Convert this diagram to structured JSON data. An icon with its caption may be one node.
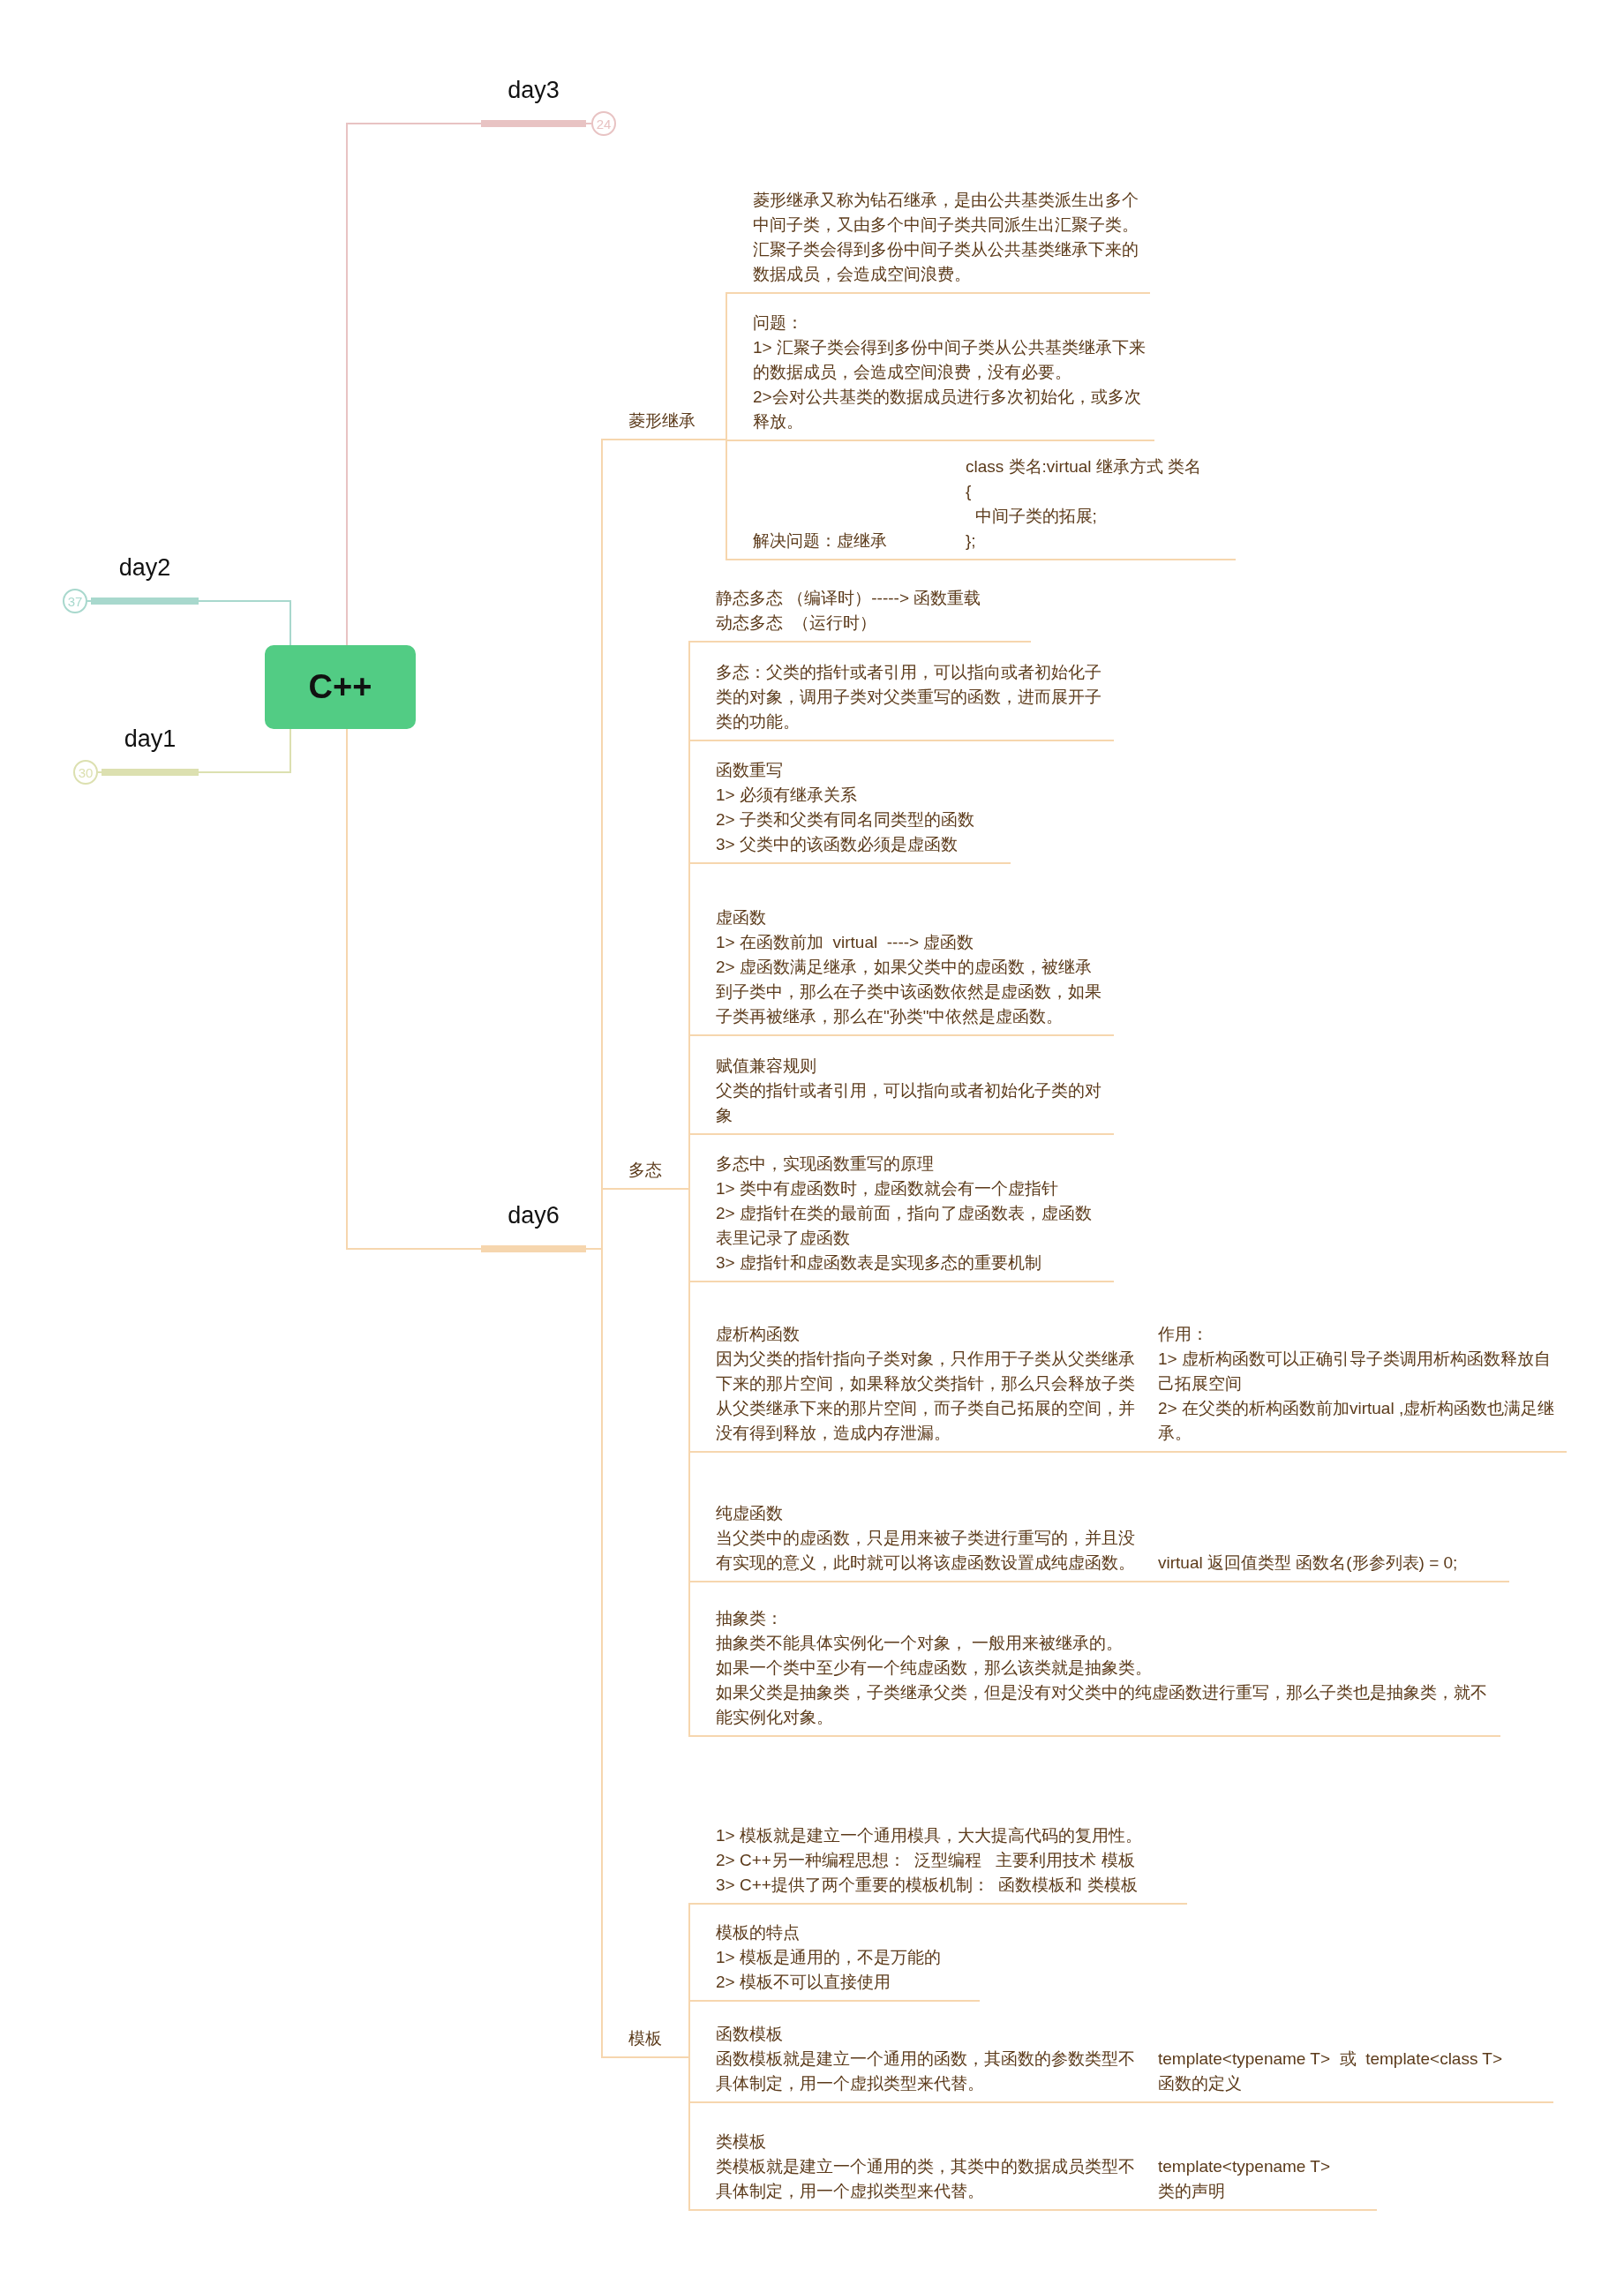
{
  "diagram": {
    "nodes": [
      {
        "text": [
          "C++"
        ]
      },
      {
        "text": [
          "day3"
        ]
      },
      {
        "text": [
          "day2"
        ]
      },
      {
        "text": [
          "day1"
        ]
      },
      {
        "text": [
          "day6"
        ]
      },
      {
        "text": [
          "菱形继承"
        ]
      },
      {
        "text": [
          "多态"
        ]
      },
      {
        "text": [
          "模板"
        ]
      },
      {
        "text": [
          "菱形继承又称为钻石继承，是由公共基类派生出多个中间子类，又由多个中间子类共同派生出汇聚子类。汇聚子类会得到多份中间子类从公共基类继承下来的数据成员，会造成空间浪费。"
        ]
      },
      {
        "text": [
          "问题：",
          "1> 汇聚子类会得到多份中间子类从公共基类继承下来的数据成员，会造成空间浪费，没有必要。",
          "2>会对公共基类的数据成员进行多次初始化，或多次释放。"
        ]
      },
      {
        "text": [
          "解决问题：虚继承"
        ]
      },
      {
        "text": [
          "class 类名:virtual 继承方式 类名",
          "{",
          "  中间子类的拓展;",
          "};"
        ]
      },
      {
        "text": [
          "静态多态 （编译时）-----> 函数重载",
          "动态多态  （运行时）"
        ]
      },
      {
        "text": [
          "多态：父类的指针或者引用，可以指向或者初始化子类的对象，调用子类对父类重写的函数，进而展开子类的功能。"
        ]
      },
      {
        "text": [
          "函数重写",
          "1> 必须有继承关系",
          "2> 子类和父类有同名同类型的函数",
          "3> 父类中的该函数必须是虚函数"
        ]
      },
      {
        "text": [
          "虚函数",
          "1> 在函数前加  virtual  ----> 虚函数",
          "2> 虚函数满足继承，如果父类中的虚函数，被继承到子类中，那么在子类中该函数依然是虚函数，如果子类再被继承，那么在\"孙类\"中依然是虚函数。"
        ]
      },
      {
        "text": [
          "赋值兼容规则",
          "父类的指针或者引用，可以指向或者初始化子类的对象"
        ]
      },
      {
        "text": [
          "多态中，实现函数重写的原理",
          "1> 类中有虚函数时，虚函数就会有一个虚指针",
          "2> 虚指针在类的最前面，指向了虚函数表，虚函数表里记录了虚函数",
          "3> 虚指针和虚函数表是实现多态的重要机制"
        ]
      },
      {
        "text": [
          "虚析构函数",
          "因为父类的指针指向子类对象，只作用于子类从父类继承下来的那片空间，如果释放父类指针，那么只会释放子类从父类继承下来的那片空间，而子类自己拓展的空间，并没有得到释放，造成内存泄漏。"
        ]
      },
      {
        "text": [
          "作用：",
          "1> 虚析构函数可以正确引导子类调用析构函数释放自己拓展空间",
          "2> 在父类的析构函数前加virtual ,虚析构函数也满足继承。"
        ]
      },
      {
        "text": [
          "纯虚函数",
          "当父类中的虚函数，只是用来被子类进行重写的，并且没有实现的意义，此时就可以将该虚函数设置成纯虚函数。"
        ]
      },
      {
        "text": [
          "virtual 返回值类型 函数名(形参列表) = 0;"
        ]
      },
      {
        "text": [
          "抽象类：",
          "抽象类不能具体实例化一个对象， 一般用来被继承的。",
          "如果一个类中至少有一个纯虚函数，那么该类就是抽象类。",
          "如果父类是抽象类，子类继承父类，但是没有对父类中的纯虚函数进行重写，那么子类也是抽象类，就不能实例化对象。"
        ]
      },
      {
        "text": [
          "1> 模板就是建立一个通用模具，大大提高代码的复用性。",
          "2> C++另一种编程思想：  泛型编程   主要利用技术 模板",
          "3> C++提供了两个重要的模板机制：  函数模板和 类模板"
        ]
      },
      {
        "text": [
          "模板的特点",
          "1> 模板是通用的，不是万能的",
          "2> 模板不可以直接使用"
        ]
      },
      {
        "text": [
          "函数模板",
          "函数模板就是建立一个通用的函数，其函数的参数类型不具体制定，用一个虚拟类型来代替。"
        ]
      },
      {
        "text": [
          "template<typename T>  或  template<class T>",
          "函数的定义"
        ]
      },
      {
        "text": [
          "类模板",
          "类模板就是建立一个通用的类，其类中的数据成员类型不具体制定，用一个虚拟类型来代替。"
        ]
      },
      {
        "text": [
          "template<typename T>",
          "类的声明"
        ]
      },
      {
        "text": [
          "24"
        ]
      },
      {
        "text": [
          "37"
        ]
      },
      {
        "text": [
          "30"
        ]
      }
    ],
    "edges": [
      {
        "from": 0,
        "to": 1,
        "arrow": "none",
        "color": "#e8c3c3"
      },
      {
        "from": 0,
        "to": 2,
        "arrow": "none",
        "color": "#a8d8cd"
      },
      {
        "from": 0,
        "to": 3,
        "arrow": "none",
        "color": "#dce0b0"
      },
      {
        "from": 0,
        "to": 4,
        "arrow": "none"
      },
      {
        "from": 4,
        "to": 5,
        "arrow": "none"
      },
      {
        "from": 4,
        "to": 6,
        "arrow": "none"
      },
      {
        "from": 4,
        "to": 7,
        "arrow": "none"
      },
      {
        "from": 5,
        "to": 8,
        "arrow": "none"
      },
      {
        "from": 5,
        "to": 9,
        "arrow": "none"
      },
      {
        "from": 5,
        "to": 10,
        "arrow": "none"
      },
      {
        "from": 10,
        "to": 11,
        "arrow": "none"
      },
      {
        "from": 6,
        "to": 12,
        "arrow": "none"
      },
      {
        "from": 6,
        "to": 13,
        "arrow": "none"
      },
      {
        "from": 6,
        "to": 14,
        "arrow": "none"
      },
      {
        "from": 6,
        "to": 15,
        "arrow": "none"
      },
      {
        "from": 6,
        "to": 16,
        "arrow": "none"
      },
      {
        "from": 6,
        "to": 17,
        "arrow": "none"
      },
      {
        "from": 6,
        "to": 18,
        "arrow": "none"
      },
      {
        "from": 18,
        "to": 19,
        "arrow": "none"
      },
      {
        "from": 6,
        "to": 20,
        "arrow": "none"
      },
      {
        "from": 20,
        "to": 21,
        "arrow": "none"
      },
      {
        "from": 6,
        "to": 22,
        "arrow": "none"
      },
      {
        "from": 7,
        "to": 23,
        "arrow": "none"
      },
      {
        "from": 7,
        "to": 24,
        "arrow": "none"
      },
      {
        "from": 7,
        "to": 25,
        "arrow": "none"
      },
      {
        "from": 25,
        "to": 26,
        "arrow": "none"
      },
      {
        "from": 7,
        "to": 27,
        "arrow": "none"
      },
      {
        "from": 27,
        "to": 28,
        "arrow": "none"
      },
      {
        "from": 1,
        "to": 29,
        "arrow": "none",
        "color": "#e8c3c3"
      },
      {
        "from": 2,
        "to": 30,
        "arrow": "none",
        "color": "#a8d8cd"
      },
      {
        "from": 3,
        "to": 31,
        "arrow": "none",
        "color": "#dce0b0"
      }
    ]
  }
}
